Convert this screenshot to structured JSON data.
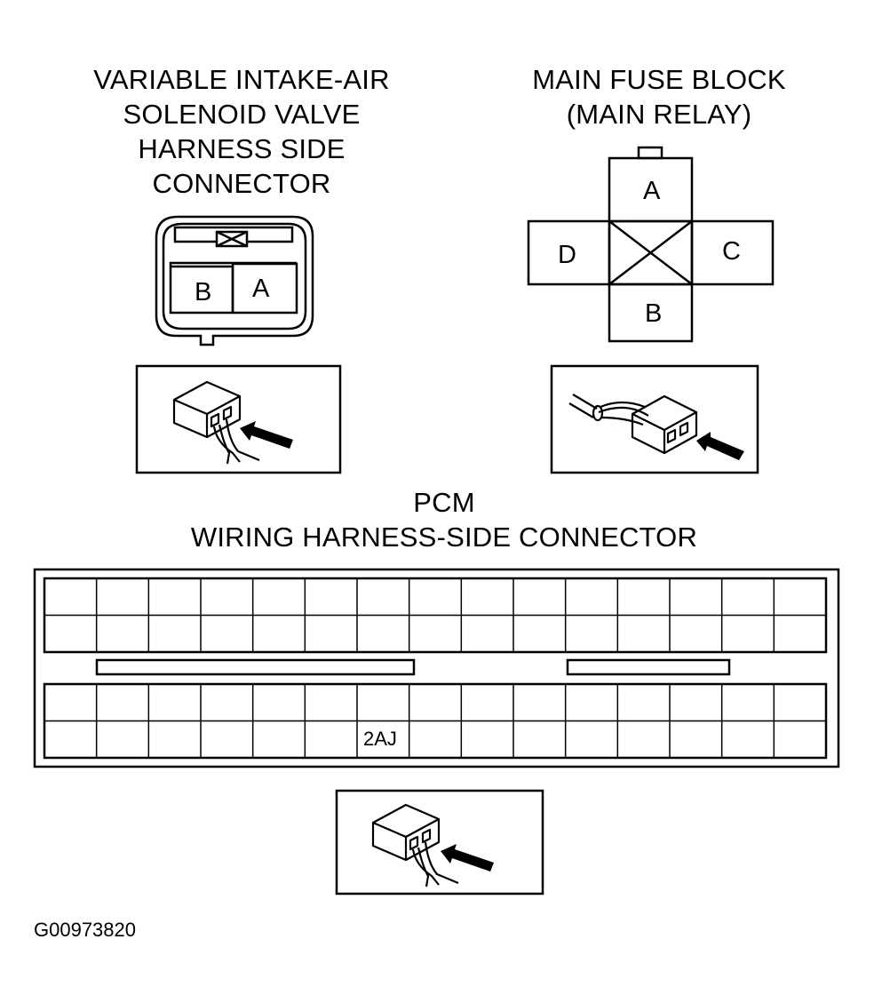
{
  "solenoid_connector": {
    "title_lines": [
      "VARIABLE INTAKE-AIR",
      "SOLENOID VALVE",
      "HARNESS SIDE",
      "CONNECTOR"
    ],
    "pins": [
      "B",
      "A"
    ]
  },
  "main_fuse_block": {
    "title_lines": [
      "MAIN FUSE BLOCK",
      "(MAIN RELAY)"
    ],
    "pins": {
      "top": "A",
      "left": "D",
      "right": "C",
      "bottom": "B"
    }
  },
  "pcm_connector": {
    "title_lines": [
      "PCM",
      "WIRING HARNESS-SIDE CONNECTOR"
    ],
    "highlighted_terminal": "2AJ"
  },
  "figure_code": "G00973820"
}
